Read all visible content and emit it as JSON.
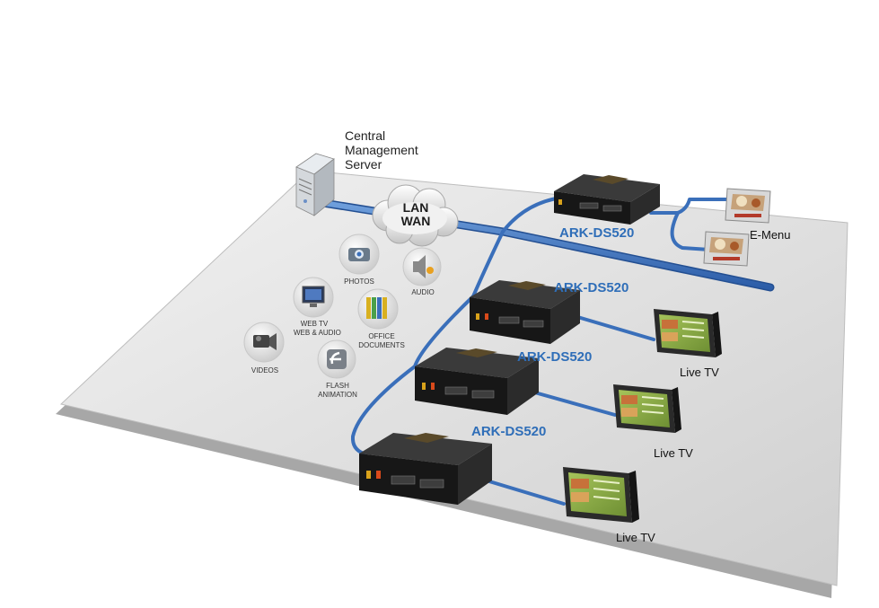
{
  "server": {
    "label_lines": [
      "Central",
      "Management",
      "Server"
    ]
  },
  "network": {
    "lines": [
      "LAN",
      "WAN"
    ]
  },
  "devices": [
    {
      "label": "ARK-DS520"
    },
    {
      "label": "ARK-DS520"
    },
    {
      "label": "ARK-DS520"
    },
    {
      "label": "ARK-DS520"
    }
  ],
  "outputs": {
    "emenu": "E-Menu",
    "livetv": [
      "Live TV",
      "Live TV",
      "Live TV"
    ]
  },
  "media": {
    "photos": "PHOTOS",
    "audio": "AUDIO",
    "webtv": [
      "WEB TV",
      "WEB & AUDIO"
    ],
    "office": [
      "OFFICE",
      "DOCUMENTS"
    ],
    "videos": "VIDEOS",
    "flash": [
      "FLASH",
      "ANIMATION"
    ]
  },
  "colors": {
    "cable": "#3a6fba",
    "device_label": "#2f6eb8",
    "floor": "#dcdcdc",
    "device_body": "#1e1e1e",
    "screen": "#8fb04a"
  }
}
